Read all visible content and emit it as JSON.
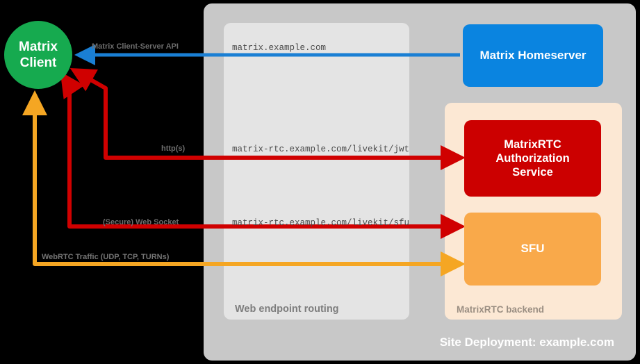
{
  "diagram": {
    "title": "Site Deployment: example.com",
    "colors": {
      "client": "#16aa4f",
      "homeserver": "#0a84e0",
      "auth_service": "#cc0000",
      "sfu": "#f9a94a",
      "site_container": "#c8c8c8",
      "routing_panel": "#e4e4e4",
      "backend_panel": "#fce8d4",
      "background": "#000000",
      "arrow_blue": "#1a7fd4",
      "arrow_red": "#d00000",
      "arrow_orange": "#f5a623"
    }
  },
  "client": {
    "label_line1": "Matrix",
    "label_line2": "Client"
  },
  "containers": {
    "site": {
      "label": "Site Deployment: example.com"
    },
    "routing": {
      "label": "Web endpoint routing"
    },
    "backend": {
      "label": "MatrixRTC backend"
    }
  },
  "services": {
    "homeserver": {
      "label": "Matrix Homeserver"
    },
    "auth": {
      "label_line1": "MatrixRTC",
      "label_line2": "Authorization",
      "label_line3": "Service"
    },
    "sfu": {
      "label": "SFU"
    }
  },
  "connections": [
    {
      "id": "cs-api",
      "protocol_label": "Matrix Client-Server API",
      "endpoint_label": "matrix.example.com",
      "color": "#1a7fd4",
      "direction": "to-client"
    },
    {
      "id": "jwt",
      "protocol_label": "http(s)",
      "endpoint_label": "matrix-rtc.example.com/livekit/jwt",
      "color": "#d00000",
      "direction": "bidirectional"
    },
    {
      "id": "sfu-ws",
      "protocol_label": "(Secure) Web Socket",
      "endpoint_label": "matrix-rtc.example.com/livekit/sfu",
      "color": "#d00000",
      "direction": "bidirectional"
    },
    {
      "id": "webrtc",
      "protocol_label": "WebRTC Traffic (UDP, TCP, TURNs)",
      "endpoint_label": "",
      "color": "#f5a623",
      "direction": "bidirectional"
    }
  ]
}
